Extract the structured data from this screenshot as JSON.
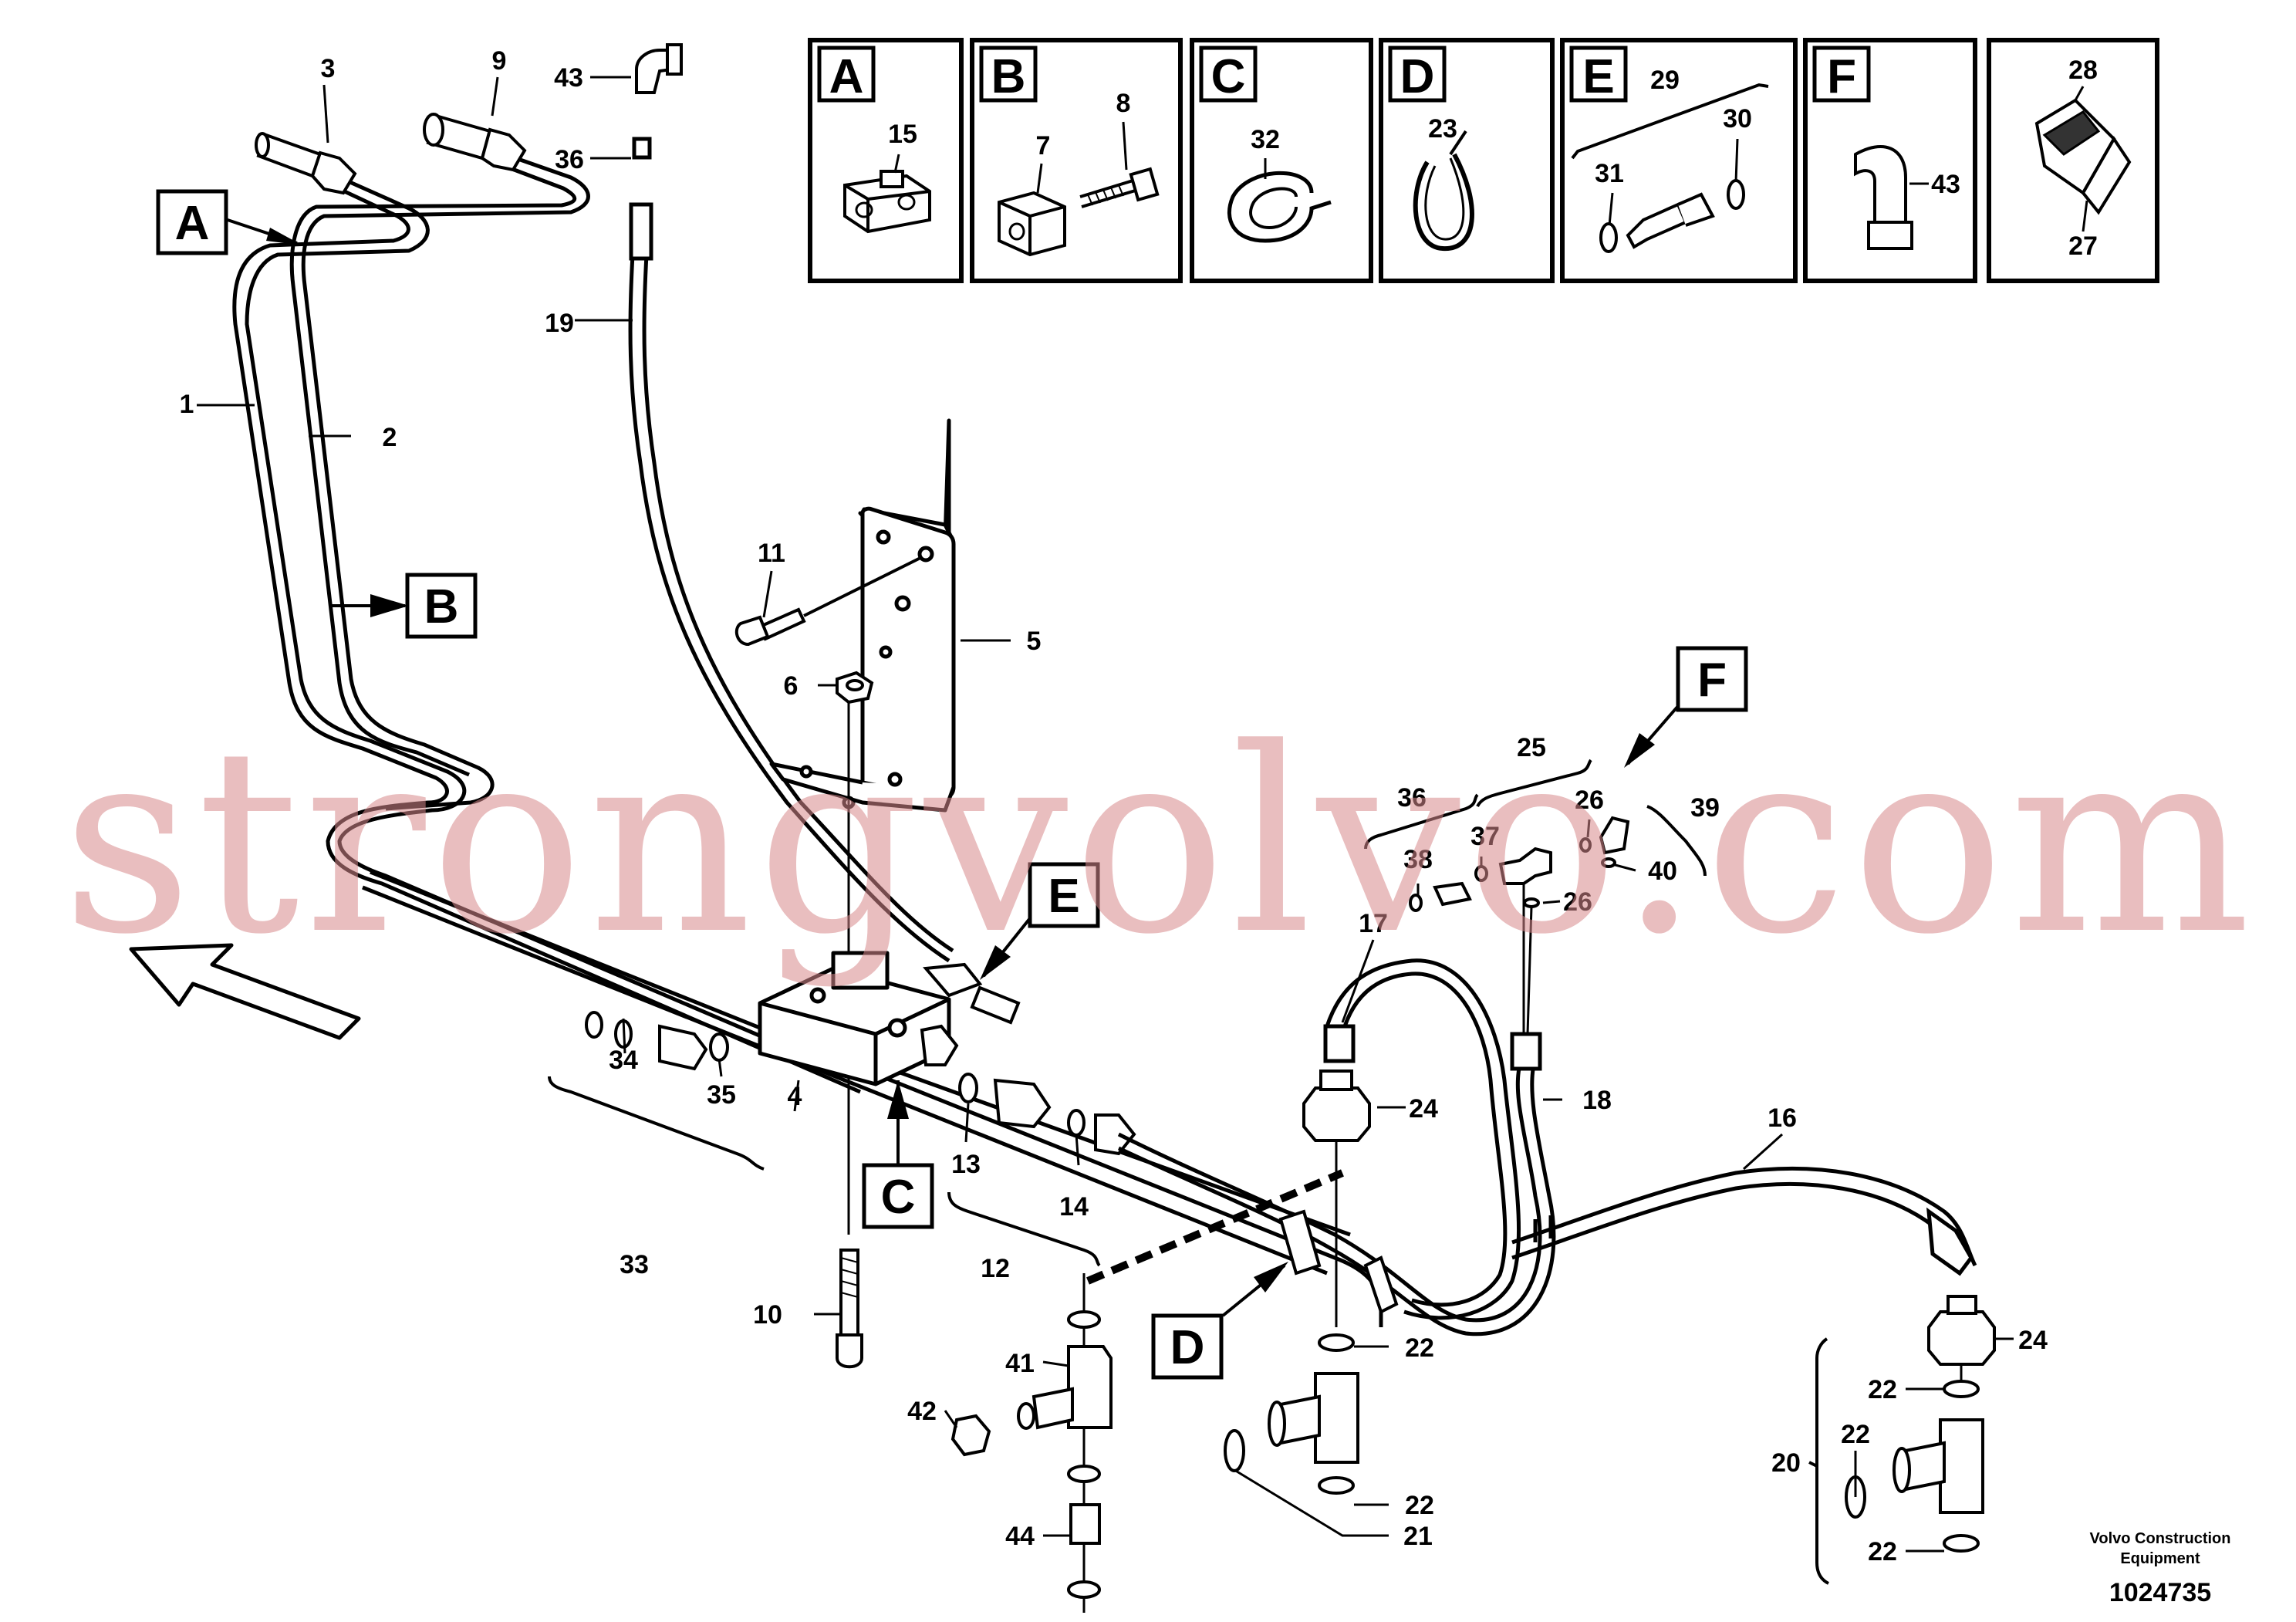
{
  "watermark": "strongvolvo.com",
  "footer": {
    "publisher_line1": "Volvo Construction",
    "publisher_line2": "Equipment",
    "doc_number": "1024735"
  },
  "detail_boxes": [
    {
      "letter": "A",
      "labels": [
        "15"
      ]
    },
    {
      "letter": "B",
      "labels": [
        "7",
        "8"
      ]
    },
    {
      "letter": "C",
      "labels": [
        "32"
      ]
    },
    {
      "letter": "D",
      "labels": [
        "23"
      ]
    },
    {
      "letter": "E",
      "labels": [
        "29",
        "30",
        "31"
      ]
    },
    {
      "letter": "F",
      "labels": [
        "43"
      ]
    },
    {
      "letter": "",
      "labels": [
        "28",
        "27"
      ]
    }
  ],
  "callout_boxes": [
    "A",
    "B",
    "C",
    "D",
    "E",
    "F"
  ],
  "part_labels": [
    "1",
    "2",
    "3",
    "4",
    "5",
    "6",
    "9",
    "10",
    "11",
    "12",
    "13",
    "14",
    "16",
    "17",
    "18",
    "19",
    "20",
    "21",
    "22",
    "22",
    "22",
    "22",
    "22",
    "24",
    "24",
    "25",
    "26",
    "26",
    "33",
    "34",
    "35",
    "36",
    "36",
    "37",
    "38",
    "39",
    "40",
    "41",
    "42",
    "43",
    "44"
  ]
}
